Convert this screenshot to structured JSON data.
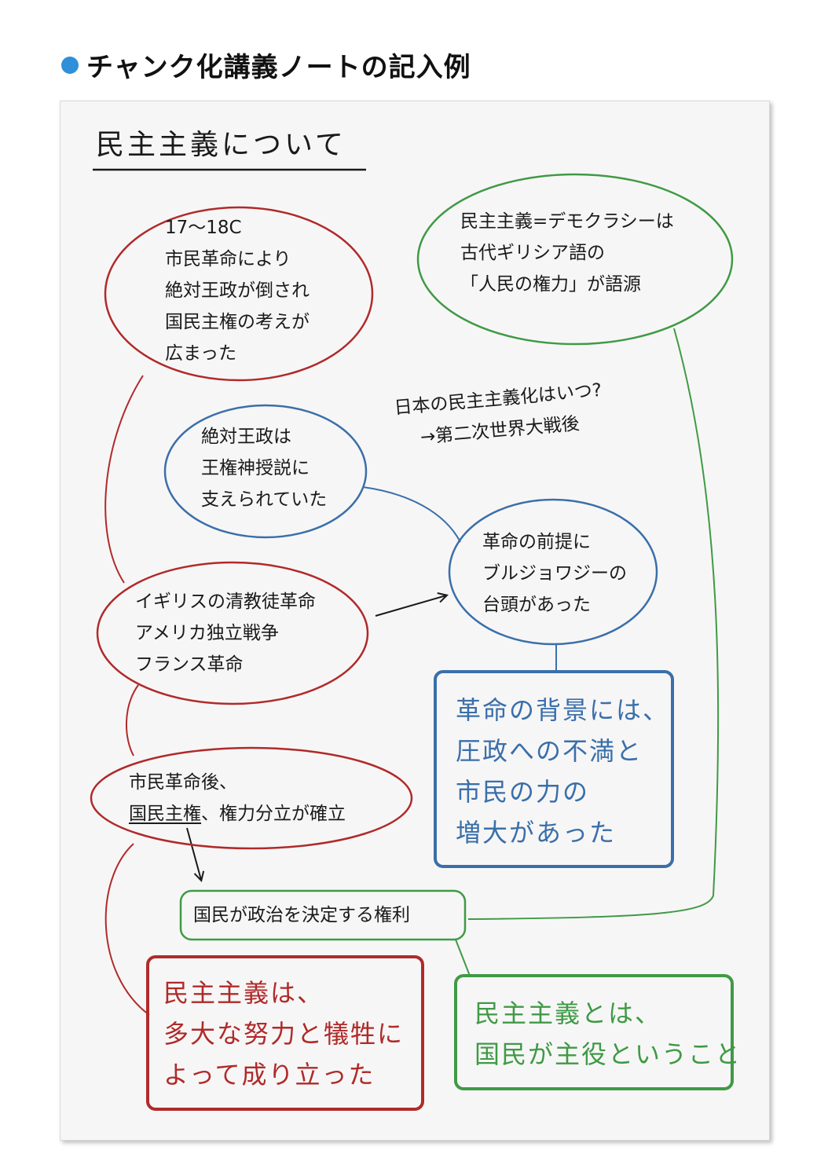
{
  "heading": {
    "text": "チャンク化講義ノートの記入例"
  },
  "colors": {
    "red": "#b02a2a",
    "blue": "#3a6faa",
    "green": "#3f9a46",
    "dot": "#2f8fd8"
  },
  "note": {
    "title": "民主主義について",
    "nodes": {
      "history": {
        "lines": [
          "17〜18C",
          "市民革命により",
          "絶対王政が倒され",
          "国民主権の考えが",
          "広まった"
        ]
      },
      "etymology": {
        "lines": [
          "民主主義=デモクラシーは",
          "古代ギリシア語の",
          "「人民の権力」が語源"
        ]
      },
      "japan": {
        "lines": [
          "日本の民主主義化はいつ?",
          "→第二次世界大戦後"
        ]
      },
      "divine_right": {
        "lines": [
          "絶対王政は",
          "王権神授説に",
          "支えられていた"
        ]
      },
      "bourgeoisie": {
        "lines": [
          "革命の前提に",
          "ブルジョワジーの",
          "台頭があった"
        ]
      },
      "revolutions": {
        "lines": [
          "イギリスの清教徒革命",
          "アメリカ独立戦争",
          "フランス革命"
        ]
      },
      "background": {
        "lines": [
          "革命の背景には、",
          "圧政への不満と",
          "市民の力の",
          "増大があった"
        ]
      },
      "after": {
        "line1": "市民革命後、",
        "line2_underlined": "国民主権",
        "line2_rest": "、権力分立が確立"
      },
      "right": {
        "text": "国民が政治を決定する権利"
      },
      "sacrifice": {
        "lines": [
          "民主主義は、",
          "多大な努力と犠牲に",
          "よって成り立った"
        ]
      },
      "protagonist": {
        "lines": [
          "民主主義とは、",
          "国民が主役ということ"
        ]
      }
    }
  }
}
